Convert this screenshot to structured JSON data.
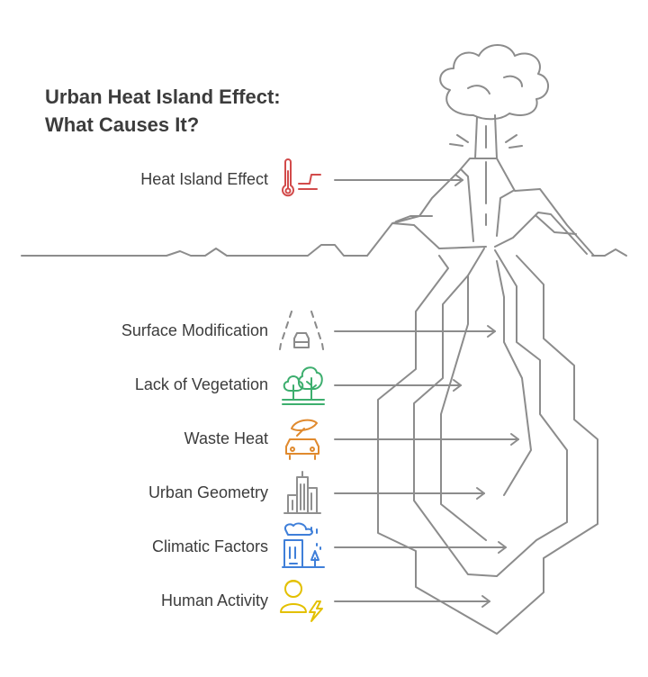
{
  "title": {
    "line1": "Urban Heat Island Effect:",
    "line2": "What Causes It?"
  },
  "items": [
    {
      "label": "Heat Island Effect",
      "icon": "thermometer-icon",
      "color": "#d24b4b"
    },
    {
      "label": "Surface Modification",
      "icon": "road-car-icon",
      "color": "#8a8a8a"
    },
    {
      "label": "Lack of Vegetation",
      "icon": "trees-icon",
      "color": "#3dae6e"
    },
    {
      "label": "Waste Heat",
      "icon": "car-heat-icon",
      "color": "#e08a2e"
    },
    {
      "label": "Urban Geometry",
      "icon": "buildings-icon",
      "color": "#8f8f8f"
    },
    {
      "label": "Climatic Factors",
      "icon": "building-weather-icon",
      "color": "#3f7fd9"
    },
    {
      "label": "Human Activity",
      "icon": "person-energy-icon",
      "color": "#e3c000"
    }
  ]
}
